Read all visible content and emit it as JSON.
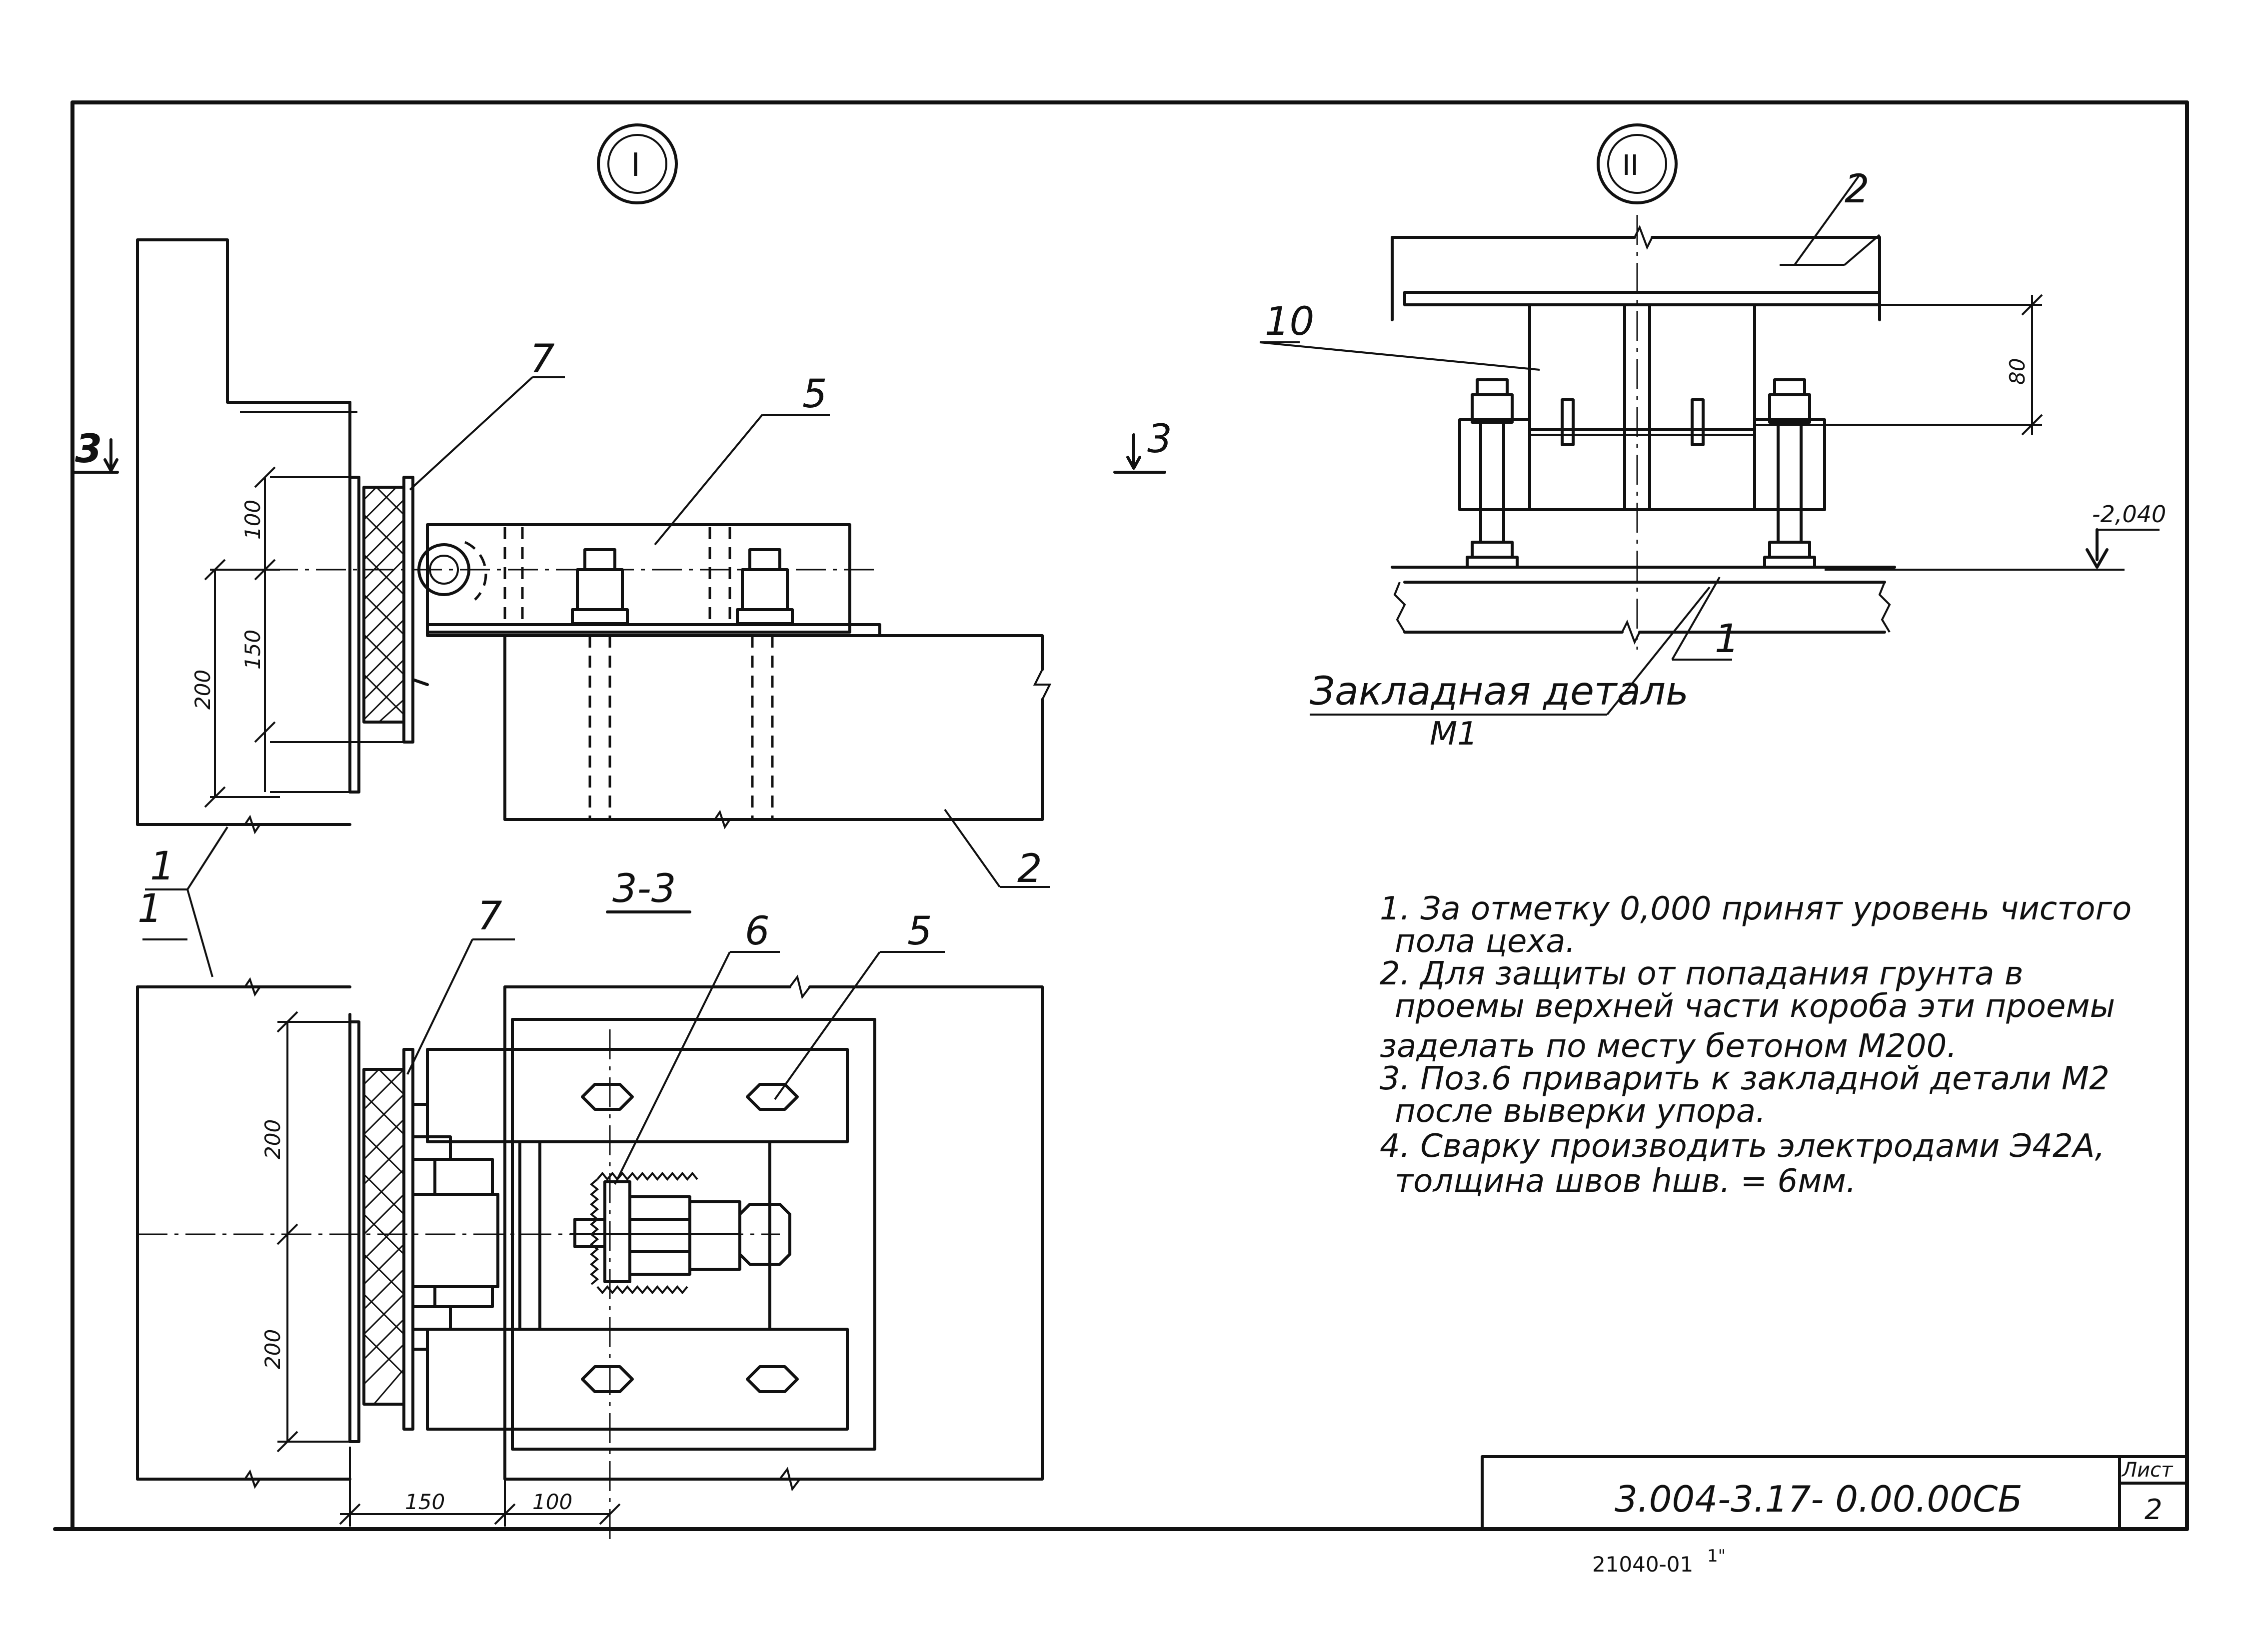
{
  "detail_marks": {
    "one": "I",
    "two": "II"
  },
  "section_title": "3-3",
  "section_arrow": "3",
  "positions": {
    "p1_a": "1",
    "p1_b": "1",
    "p1_c": "1",
    "p2_a": "2",
    "p2_b": "2",
    "p5_a": "5",
    "p5_b": "5",
    "p6": "6",
    "p7_a": "7",
    "p7_b": "7",
    "p10": "10"
  },
  "dimensions": {
    "d100_top": "100",
    "d150_v": "150",
    "d200_v": "200",
    "d80": "80",
    "d200_a": "200",
    "d200_b": "200",
    "d150_h": "150",
    "d100_h": "100"
  },
  "elevation": "-2,040",
  "embedded_part": {
    "label": "Закладная деталь",
    "mark": "М1"
  },
  "notes": [
    "1. За отметку 0,000 принят уровень чистого",
    "пола цеха.",
    "2. Для защиты от попадания грунта в",
    "проемы верхней части короба эти проемы",
    "заделать по месту бетоном М200.",
    "3. Поз.6 приварить к закладной детали М2",
    "после выверки упора.",
    "4. Сварку производить электродами Э42А,",
    "толщина швов hшв. = 6мм."
  ],
  "title_block": {
    "code": "3.004-3.17- 0.00.00СБ",
    "sheet_label": "Лист",
    "sheet_number": "2"
  },
  "archive_number": "21040-01",
  "archive_suffix": "1\""
}
